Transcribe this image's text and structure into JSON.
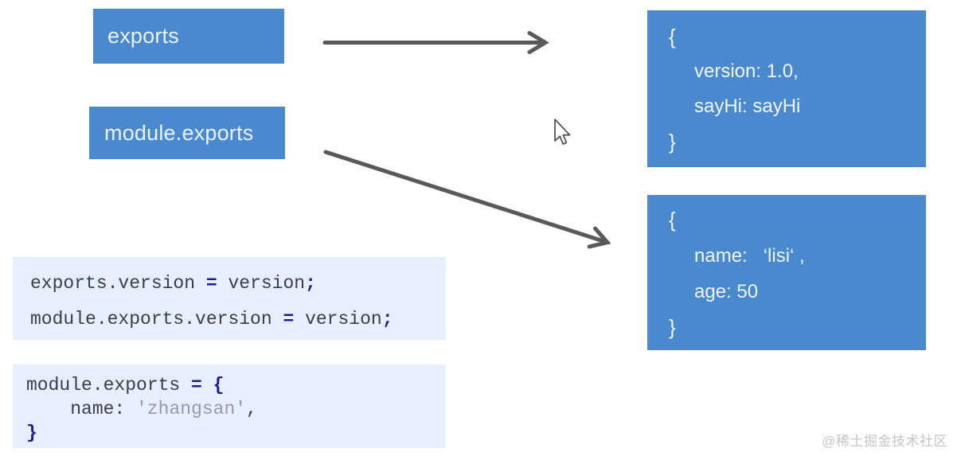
{
  "labels": {
    "exports": "exports",
    "module_exports": "module.exports"
  },
  "object_boxes": [
    {
      "name": "exports-object",
      "lines": [
        "{",
        "version: 1.0,",
        "sayHi: sayHi",
        "}"
      ]
    },
    {
      "name": "module-exports-object",
      "lines": [
        "{",
        "name:   ‘lisi‘ ,",
        "age: 50",
        "}"
      ]
    }
  ],
  "code1": {
    "l1a": "exports.version ",
    "l1op": "=",
    "l1b": " version",
    "l1end": ";",
    "l2a": "module.exports.version ",
    "l2op": "=",
    "l2b": " version",
    "l2end": ";"
  },
  "code2": {
    "l1a": "module.exports ",
    "l1op": "= {",
    "l2a": "    name: ",
    "l2str": "'zhangsan'",
    "l2end": ",",
    "l3": "}"
  },
  "watermark": "@稀土掘金技术社区",
  "icons": {
    "cursor": "arrow-pointer-icon"
  },
  "colors": {
    "box_blue": "#4a89ce",
    "box_text": "#eef6ff",
    "code_bg": "#e6effb",
    "code_text": "#3c3c4e",
    "operator_navy": "#1c1c8f",
    "string_gray": "#9a9aa2",
    "arrow_gray": "#595959",
    "watermark_gray": "#c6c6c6"
  }
}
